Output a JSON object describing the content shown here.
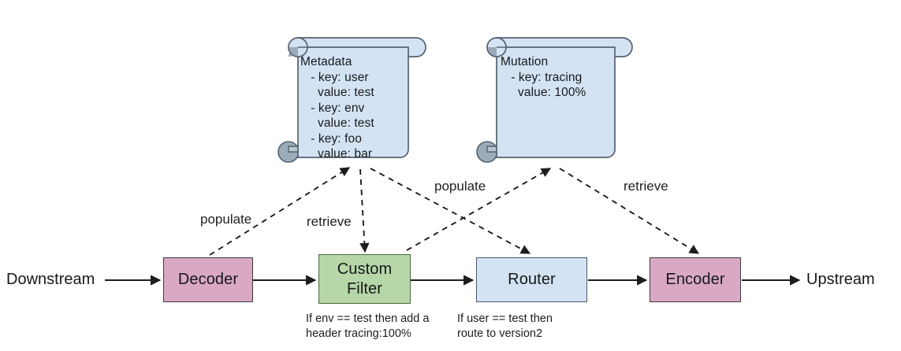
{
  "diagram": {
    "title": "Envoy filter chain with metadata and mutation documents",
    "background": "#ffffff",
    "colors": {
      "pink": "#d9a8c2",
      "green": "#b6d7a8",
      "blue": "#d4e3f3",
      "doc_fill": "#d4e3f3",
      "doc_curl": "#9aa7b5",
      "stroke": "#3d3d3d",
      "text": "#16181a"
    },
    "endpoints": {
      "downstream": "Downstream",
      "upstream": "Upstream"
    },
    "nodes": [
      {
        "id": "decoder",
        "label": "Decoder",
        "color": "pink"
      },
      {
        "id": "filter",
        "label_line1": "Custom",
        "label_line2": "Filter",
        "color": "green"
      },
      {
        "id": "router",
        "label": "Router",
        "color": "blue"
      },
      {
        "id": "encoder",
        "label": "Encoder",
        "color": "pink"
      }
    ],
    "notes": {
      "filter": "If env == test then add a\nheader tracing:100%",
      "router": "If user == test then\nroute to version2"
    },
    "edge_labels": {
      "populate_1": "populate",
      "retrieve_1": "retrieve",
      "populate_2": "populate",
      "retrieve_2": "retrieve"
    },
    "documents": [
      {
        "id": "metadata",
        "title": "Metadata",
        "body": "Metadata\n   - key: user\n     value: test\n   - key: env\n     value: test\n   - key: foo\n     value: bar",
        "entries": [
          {
            "key": "user",
            "value": "test"
          },
          {
            "key": "env",
            "value": "test"
          },
          {
            "key": "foo",
            "value": "bar"
          }
        ]
      },
      {
        "id": "mutation",
        "title": "Mutation",
        "body": "Mutation\n   - key: tracing\n     value: 100%",
        "entries": [
          {
            "key": "tracing",
            "value": "100%"
          }
        ]
      }
    ],
    "flow_edges": [
      {
        "from": "Downstream",
        "to": "Decoder"
      },
      {
        "from": "Decoder",
        "to": "Custom Filter"
      },
      {
        "from": "Custom Filter",
        "to": "Router"
      },
      {
        "from": "Router",
        "to": "Encoder"
      },
      {
        "from": "Encoder",
        "to": "Upstream"
      }
    ],
    "dashed_edges": [
      {
        "from": "Decoder",
        "to": "Metadata",
        "label": "populate"
      },
      {
        "from": "Metadata",
        "to": "Custom Filter",
        "label": "retrieve"
      },
      {
        "from": "Custom Filter",
        "to": "Mutation",
        "label": "populate"
      },
      {
        "from": "Metadata",
        "to": "Router",
        "label": ""
      },
      {
        "from": "Mutation",
        "to": "Encoder",
        "label": "retrieve"
      }
    ]
  }
}
